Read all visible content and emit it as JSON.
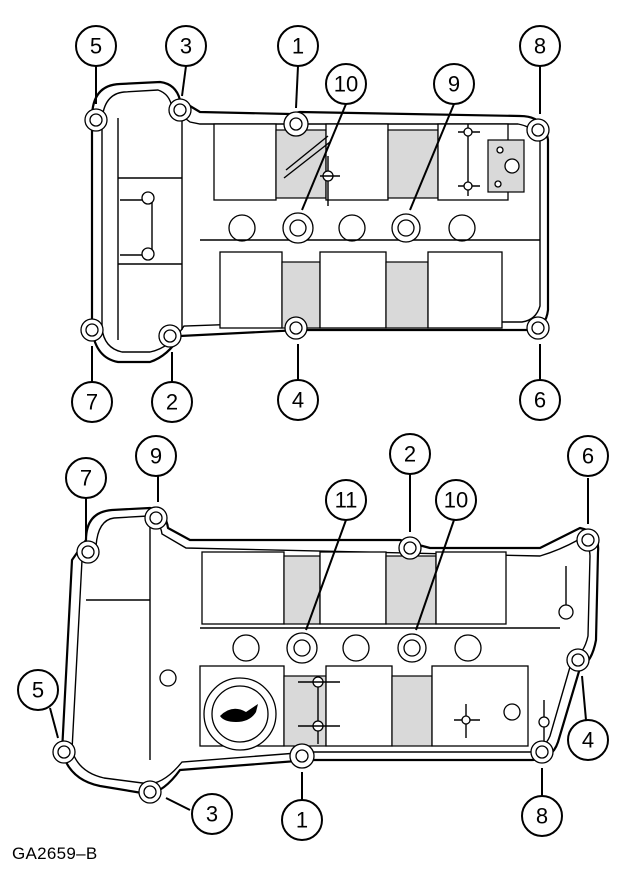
{
  "figure_id": "GA2659–B",
  "top_view": {
    "callouts": [
      "5",
      "3",
      "1",
      "10",
      "9",
      "8",
      "7",
      "2",
      "4",
      "6"
    ]
  },
  "bottom_view": {
    "callouts": [
      "7",
      "9",
      "2",
      "11",
      "10",
      "6",
      "5",
      "3",
      "1",
      "8",
      "4"
    ]
  }
}
